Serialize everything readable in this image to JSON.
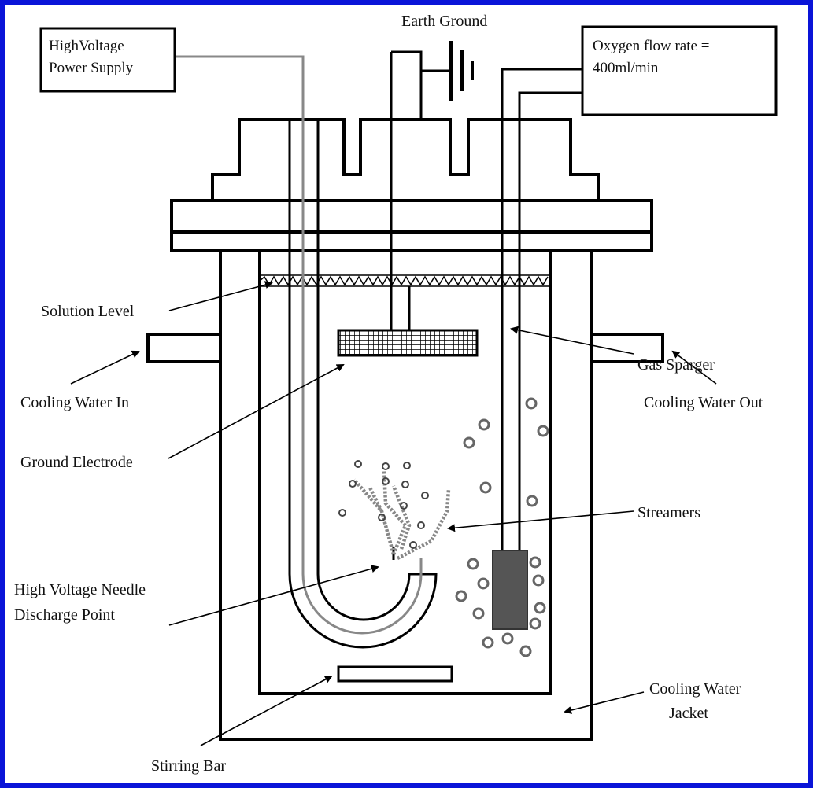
{
  "diagram": {
    "labels": {
      "earth_ground": "Earth Ground",
      "hv_supply_line1": "HighVoltage",
      "hv_supply_line2": "Power Supply",
      "oxygen_line1": "Oxygen flow rate =",
      "oxygen_line2": "400ml/min",
      "solution_level": "Solution Level",
      "cooling_water_in": "Cooling Water In",
      "cooling_water_out": "Cooling Water Out",
      "ground_electrode": "Ground Electrode",
      "gas_sparger": "Gas Sparger",
      "streamers": "Streamers",
      "hv_needle_line1": "High  Voltage  Needle",
      "hv_needle_line2": "Discharge Point",
      "cooling_jacket_line1": "Cooling Water",
      "cooling_jacket_line2": "Jacket",
      "stirring_bar": "Stirring Bar"
    },
    "colors": {
      "frame_border": "#0a14d8",
      "line": "#000000",
      "bubble": "#666666",
      "sparger_fill": "#555555",
      "hv_wire": "#888888"
    }
  }
}
